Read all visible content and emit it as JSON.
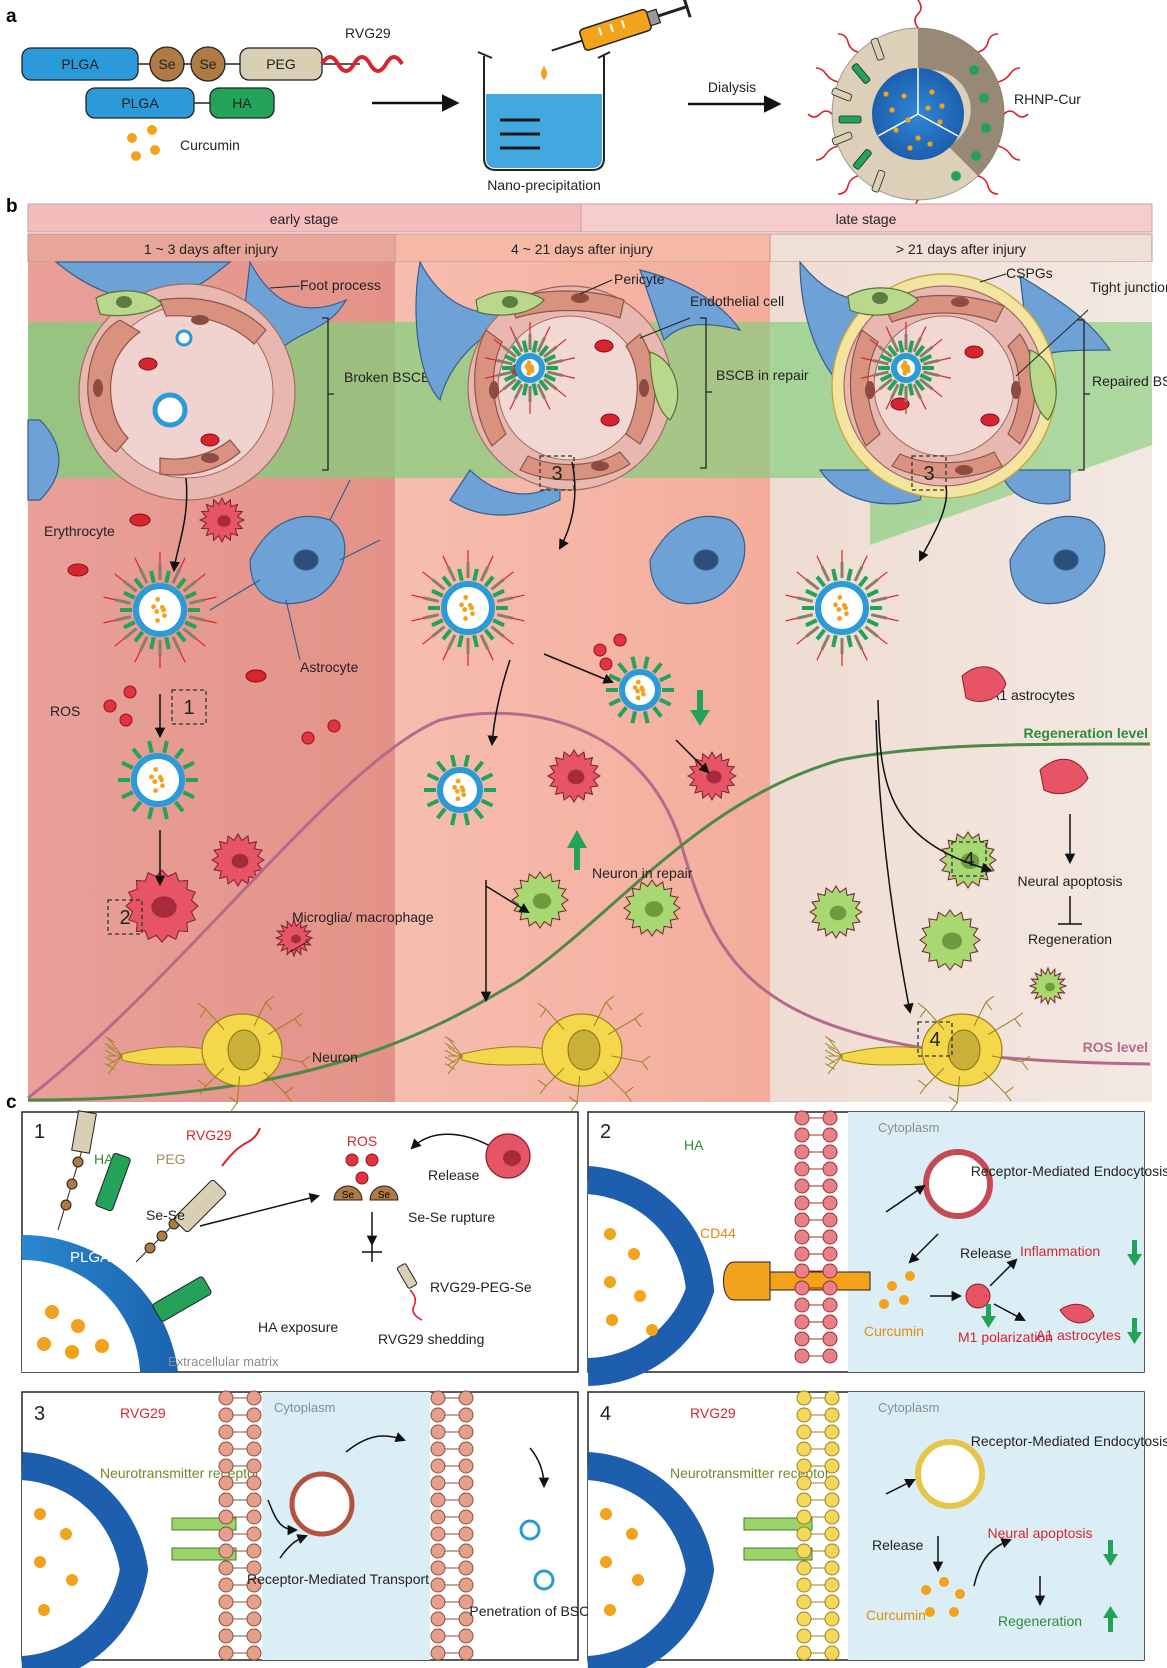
{
  "panel_a": {
    "letter": "a",
    "polymer1": {
      "b1": "PLGA",
      "b2": "Se",
      "b3": "Se",
      "b4": "PEG",
      "ligand": "RVG29"
    },
    "polymer2": {
      "b1": "PLGA",
      "b2": "HA"
    },
    "drug": "Curcumin",
    "step1": "Nano-precipitation",
    "step2": "Dialysis",
    "product": "RHNP-Cur"
  },
  "panel_b": {
    "letter": "b",
    "stage_early": "early stage",
    "stage_late": "late stage",
    "period1": "1 ~ 3 days after injury",
    "period2": "4 ~ 21 days after injury",
    "period3": "> 21 days after injury",
    "labels": {
      "foot_process": "Foot process",
      "broken_bscb": "Broken BSCB",
      "pericyte": "Pericyte",
      "endothelial": "Endothelial cell",
      "bscb_repair": "BSCB in repair",
      "cspgs": "CSPGs",
      "tight_junction": "Tight junction",
      "repaired_bscb": "Repaired BSCB",
      "erythrocyte": "Erythrocyte",
      "astrocyte": "Astrocyte",
      "ros": "ROS",
      "a1_astrocytes": "A1 astrocytes",
      "regeneration_level": "Regeneration level",
      "ros_level": "ROS  level",
      "neuron_in_repair": "Neuron in repair",
      "microglia": "Microglia/ macrophage",
      "neuron": "Neuron",
      "neural_apoptosis": "Neural apoptosis",
      "regeneration": "Regeneration"
    },
    "steps": [
      "1",
      "2",
      "3",
      "3",
      "4",
      "4"
    ]
  },
  "panel_c": {
    "letter": "c",
    "box1": {
      "num": "1",
      "rvg": "RVG29",
      "ha": "HA",
      "peg": "PEG",
      "sese": "Se-Se",
      "plga": "PLGA",
      "ros": "ROS",
      "release": "Release",
      "se_a": "Se",
      "se_b": "Se",
      "rupture": "Se-Se rupture",
      "rvg_peg_se": "RVG29-PEG-Se",
      "ha_exposure": "HA exposure",
      "rvg_shedding": "RVG29 shedding",
      "ecm": "Extracellular matrix"
    },
    "box2": {
      "num": "2",
      "ha": "HA",
      "cd44": "CD44",
      "cytoplasm": "Cytoplasm",
      "rme": "Receptor-Mediated Endocytosis",
      "release": "Release",
      "curcumin": "Curcumin",
      "inflammation": "Inflammation",
      "m1": "M1 polarization",
      "a1": "A1 astrocytes"
    },
    "box3": {
      "num": "3",
      "rvg": "RVG29",
      "cytoplasm": "Cytoplasm",
      "nt_receptor": "Neurotransmitter receptor",
      "rmt": "Receptor-Mediated Transport",
      "penetration": "Penetration of BSCB"
    },
    "box4": {
      "num": "4",
      "rvg": "RVG29",
      "cytoplasm": "Cytoplasm",
      "nt_receptor": "Neurotransmitter receptor",
      "rme": "Receptor-Mediated Endocytosis",
      "release": "Release",
      "curcumin": "Curcumin",
      "neural_apoptosis": "Neural apoptosis",
      "regeneration": "Regeneration"
    }
  },
  "colors": {
    "plga_blue": "#2a9ad8",
    "se_brown": "#b07a45",
    "peg_tan": "#d9cfb4",
    "rvg_red": "#d8242e",
    "ha_green": "#23a35a",
    "curcumin_orange": "#f2a21b",
    "stage_pink": "#f4bcbc",
    "early_bg": "#e79a92",
    "mid_bg": "#f5b3a3",
    "late_bg": "#eee0d6",
    "bscb_green": "#7ec878",
    "astro_blue": "#6ea2d6",
    "neuron_yellow": "#f4d74a",
    "microglia_red": "#e65466",
    "microglia_green": "#a7d872",
    "ros_curve": "#b56a8c",
    "regen_curve": "#4d8a45",
    "box_blue_bg": "#dbeef5",
    "membrane_pink": "#e88088",
    "membrane_yellow": "#f5d85a"
  }
}
